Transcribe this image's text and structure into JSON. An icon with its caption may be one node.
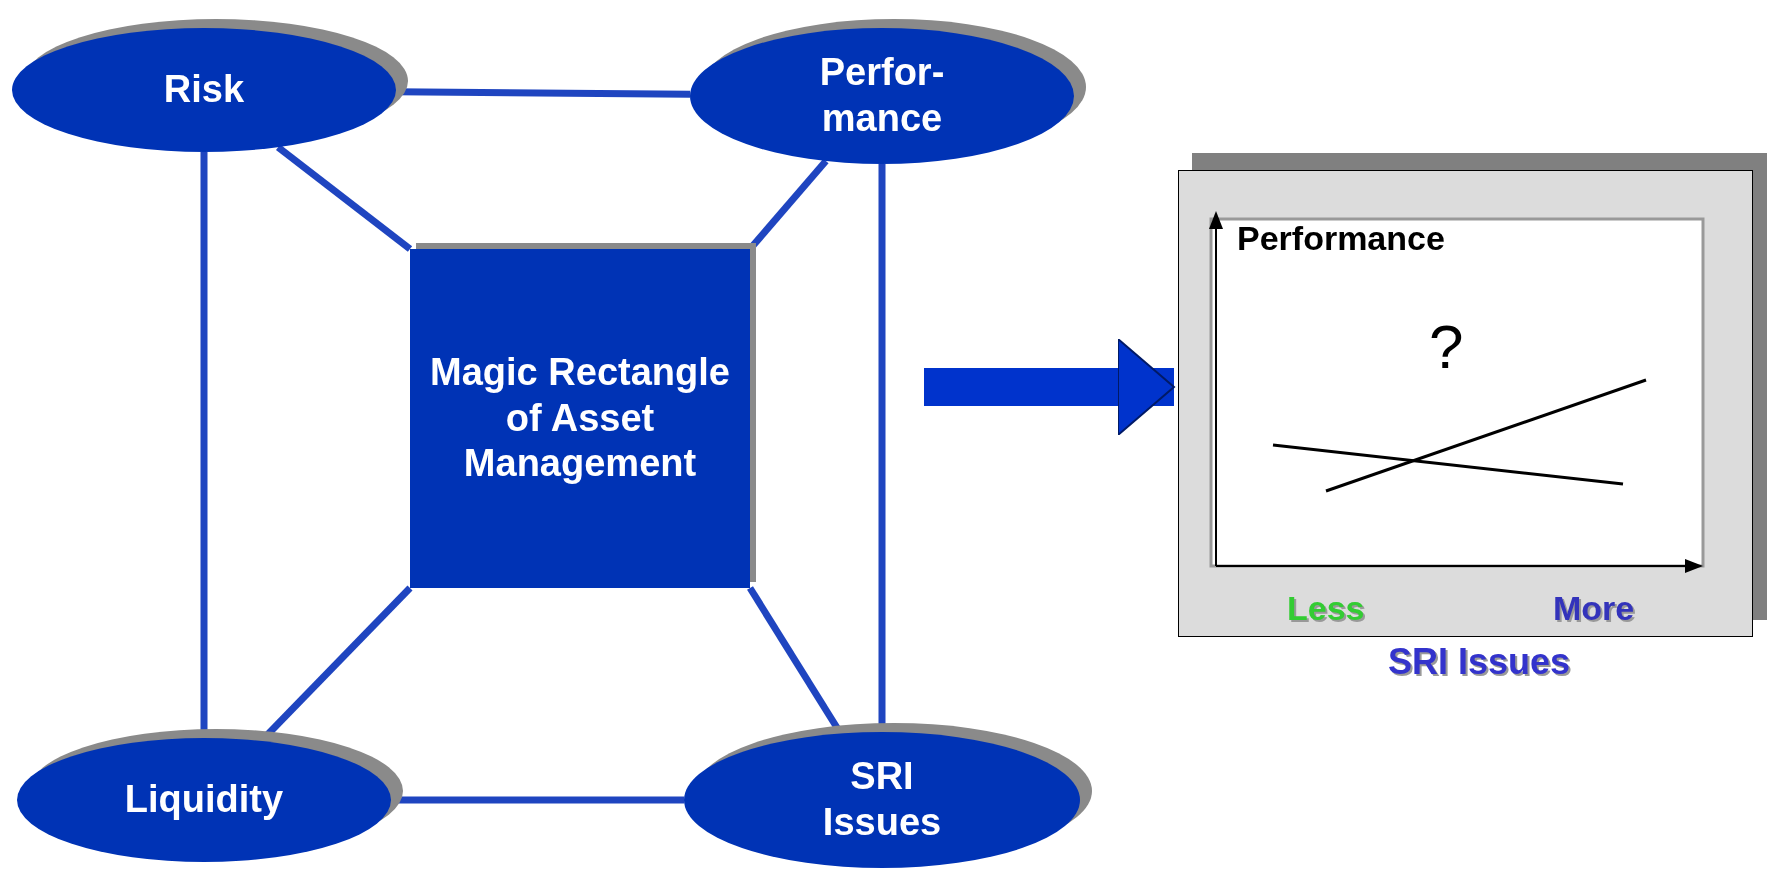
{
  "diagram": {
    "nodes": [
      {
        "text": [
          "Risk"
        ]
      },
      {
        "text": [
          "Perfor- mance"
        ]
      },
      {
        "text": [
          "Magic Rectangle of Asset Management"
        ]
      },
      {
        "text": [
          "Liquidity"
        ]
      },
      {
        "text": [
          "SRI Issues"
        ]
      },
      {
        "text": [
          "Performance",
          "?",
          "Less",
          "More"
        ],
        "beside": [
          "SRI Issues"
        ]
      }
    ],
    "edges": [
      {
        "from": 0,
        "to": 1,
        "arrow": "none"
      },
      {
        "from": 0,
        "to": 3,
        "arrow": "none"
      },
      {
        "from": 1,
        "to": 4,
        "arrow": "none"
      },
      {
        "from": 3,
        "to": 4,
        "arrow": "none"
      },
      {
        "from": 0,
        "to": 2,
        "arrow": "none"
      },
      {
        "from": 1,
        "to": 2,
        "arrow": "none"
      },
      {
        "from": 3,
        "to": 2,
        "arrow": "none"
      },
      {
        "from": 4,
        "to": 2,
        "arrow": "none"
      },
      {
        "from": null,
        "to": 5,
        "arrow": "to",
        "style": "thick"
      }
    ]
  }
}
